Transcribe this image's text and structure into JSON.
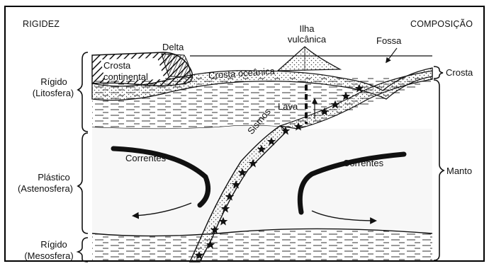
{
  "headers": {
    "left": "RIGIDEZ",
    "right": "COMPOSIÇÃO"
  },
  "left_labels": {
    "litosfera_1": "Rígido",
    "litosfera_2": "(Litosfera)",
    "astenosfera_1": "Plástico",
    "astenosfera_2": "(Astenosfera)",
    "mesosfera_1": "Rígido",
    "mesosfera_2": "(Mesosfera)"
  },
  "right_labels": {
    "crosta": "Crosta",
    "manto": "Manto"
  },
  "features": {
    "delta": "Delta",
    "ilha_1": "Ilha",
    "ilha_2": "vulcânica",
    "fossa": "Fossa",
    "crosta_continental_1": "Crosta",
    "crosta_continental_2": "continental",
    "crosta_oceanica": "Crosta oceânica",
    "lava": "Lava",
    "sismos": "Sismos",
    "correntes_left": "Correntes",
    "correntes_right": "Correntes"
  },
  "colors": {
    "ink": "#111111",
    "paper": "#ffffff",
    "stipple": "#555555"
  }
}
